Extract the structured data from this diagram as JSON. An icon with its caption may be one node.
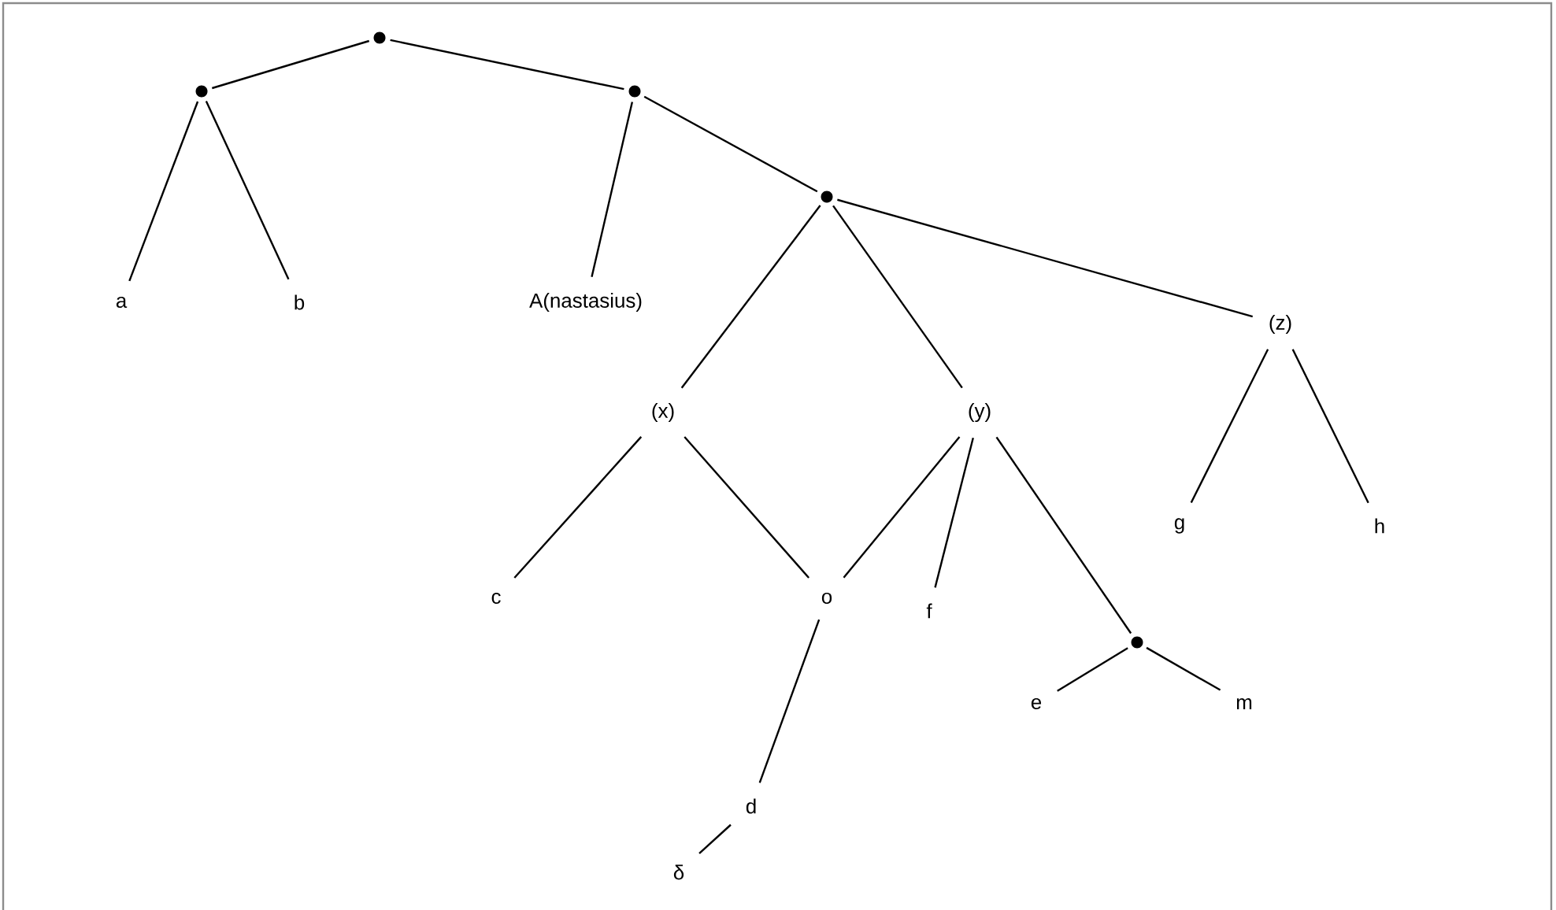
{
  "diagram": {
    "nodes": [
      {
        "text": [],
        "shape": "circle"
      },
      {
        "text": [],
        "shape": "circle"
      },
      {
        "text": [],
        "shape": "circle"
      },
      {
        "text": [],
        "shape": "circle"
      },
      {
        "text": [
          "a"
        ]
      },
      {
        "text": [
          "b"
        ]
      },
      {
        "text": [
          "A(nastasius)"
        ]
      },
      {
        "text": [
          "(z)"
        ]
      },
      {
        "text": [
          "(x)"
        ]
      },
      {
        "text": [
          "(y)"
        ]
      },
      {
        "text": [
          "g"
        ]
      },
      {
        "text": [
          "h"
        ]
      },
      {
        "text": [
          "c"
        ]
      },
      {
        "text": [
          "o"
        ]
      },
      {
        "text": [
          "f"
        ]
      },
      {
        "text": [],
        "shape": "circle"
      },
      {
        "text": [
          "e"
        ]
      },
      {
        "text": [
          "m"
        ]
      },
      {
        "text": [
          "d"
        ]
      },
      {
        "text": [
          "δ"
        ]
      }
    ],
    "edges": [
      {
        "from": 0,
        "to": 1,
        "arrow": "none"
      },
      {
        "from": 0,
        "to": 2,
        "arrow": "none"
      },
      {
        "from": 1,
        "to": 4,
        "arrow": "none"
      },
      {
        "from": 1,
        "to": 5,
        "arrow": "none"
      },
      {
        "from": 2,
        "to": 6,
        "arrow": "none"
      },
      {
        "from": 2,
        "to": 3,
        "arrow": "none"
      },
      {
        "from": 3,
        "to": 8,
        "arrow": "none"
      },
      {
        "from": 3,
        "to": 9,
        "arrow": "none"
      },
      {
        "from": 3,
        "to": 7,
        "arrow": "none"
      },
      {
        "from": 8,
        "to": 12,
        "arrow": "none"
      },
      {
        "from": 8,
        "to": 13,
        "arrow": "none"
      },
      {
        "from": 9,
        "to": 13,
        "arrow": "none"
      },
      {
        "from": 9,
        "to": 14,
        "arrow": "none"
      },
      {
        "from": 9,
        "to": 15,
        "arrow": "none"
      },
      {
        "from": 7,
        "to": 10,
        "arrow": "none"
      },
      {
        "from": 7,
        "to": 11,
        "arrow": "none"
      },
      {
        "from": 15,
        "to": 16,
        "arrow": "none"
      },
      {
        "from": 15,
        "to": 17,
        "arrow": "none"
      },
      {
        "from": 13,
        "to": 18,
        "arrow": "none"
      },
      {
        "from": 18,
        "to": 19,
        "arrow": "none"
      }
    ]
  }
}
